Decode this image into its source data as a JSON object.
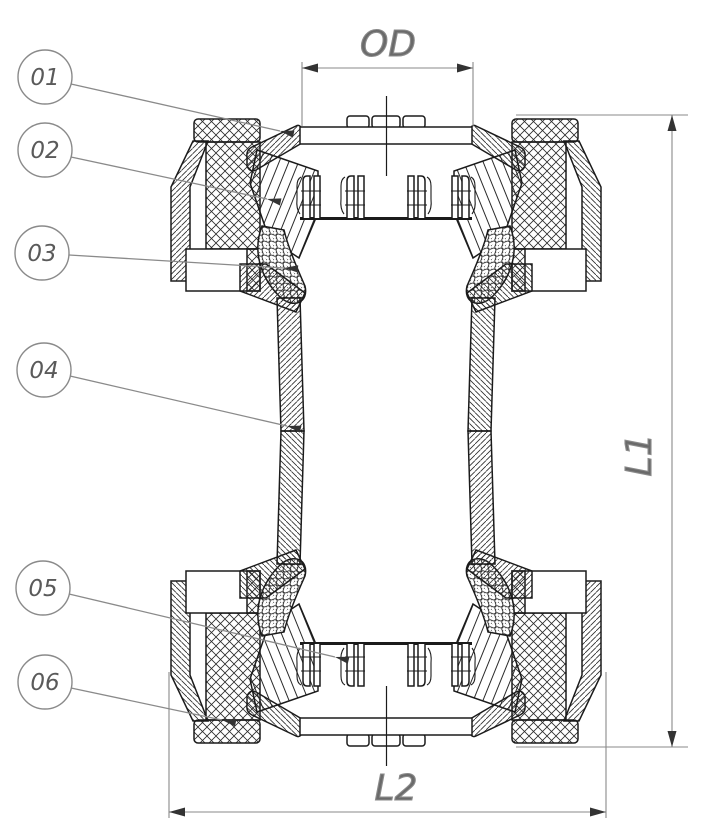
{
  "drawing": {
    "type": "technical-cross-section",
    "callouts": [
      {
        "label": "01"
      },
      {
        "label": "02"
      },
      {
        "label": "03"
      },
      {
        "label": "04"
      },
      {
        "label": "05"
      },
      {
        "label": "06"
      }
    ],
    "dimensions": {
      "od": {
        "label": "OD"
      },
      "l1": {
        "label": "L1"
      },
      "l2": {
        "label": "L2"
      }
    },
    "colors": {
      "line": "#1b1b1b",
      "hatch": "#2a2a2a",
      "dim_line": "#8a8a8a",
      "balloon_stroke": "#8a8a8a",
      "label_text": "#5a5a5a",
      "background": "#ffffff"
    }
  }
}
